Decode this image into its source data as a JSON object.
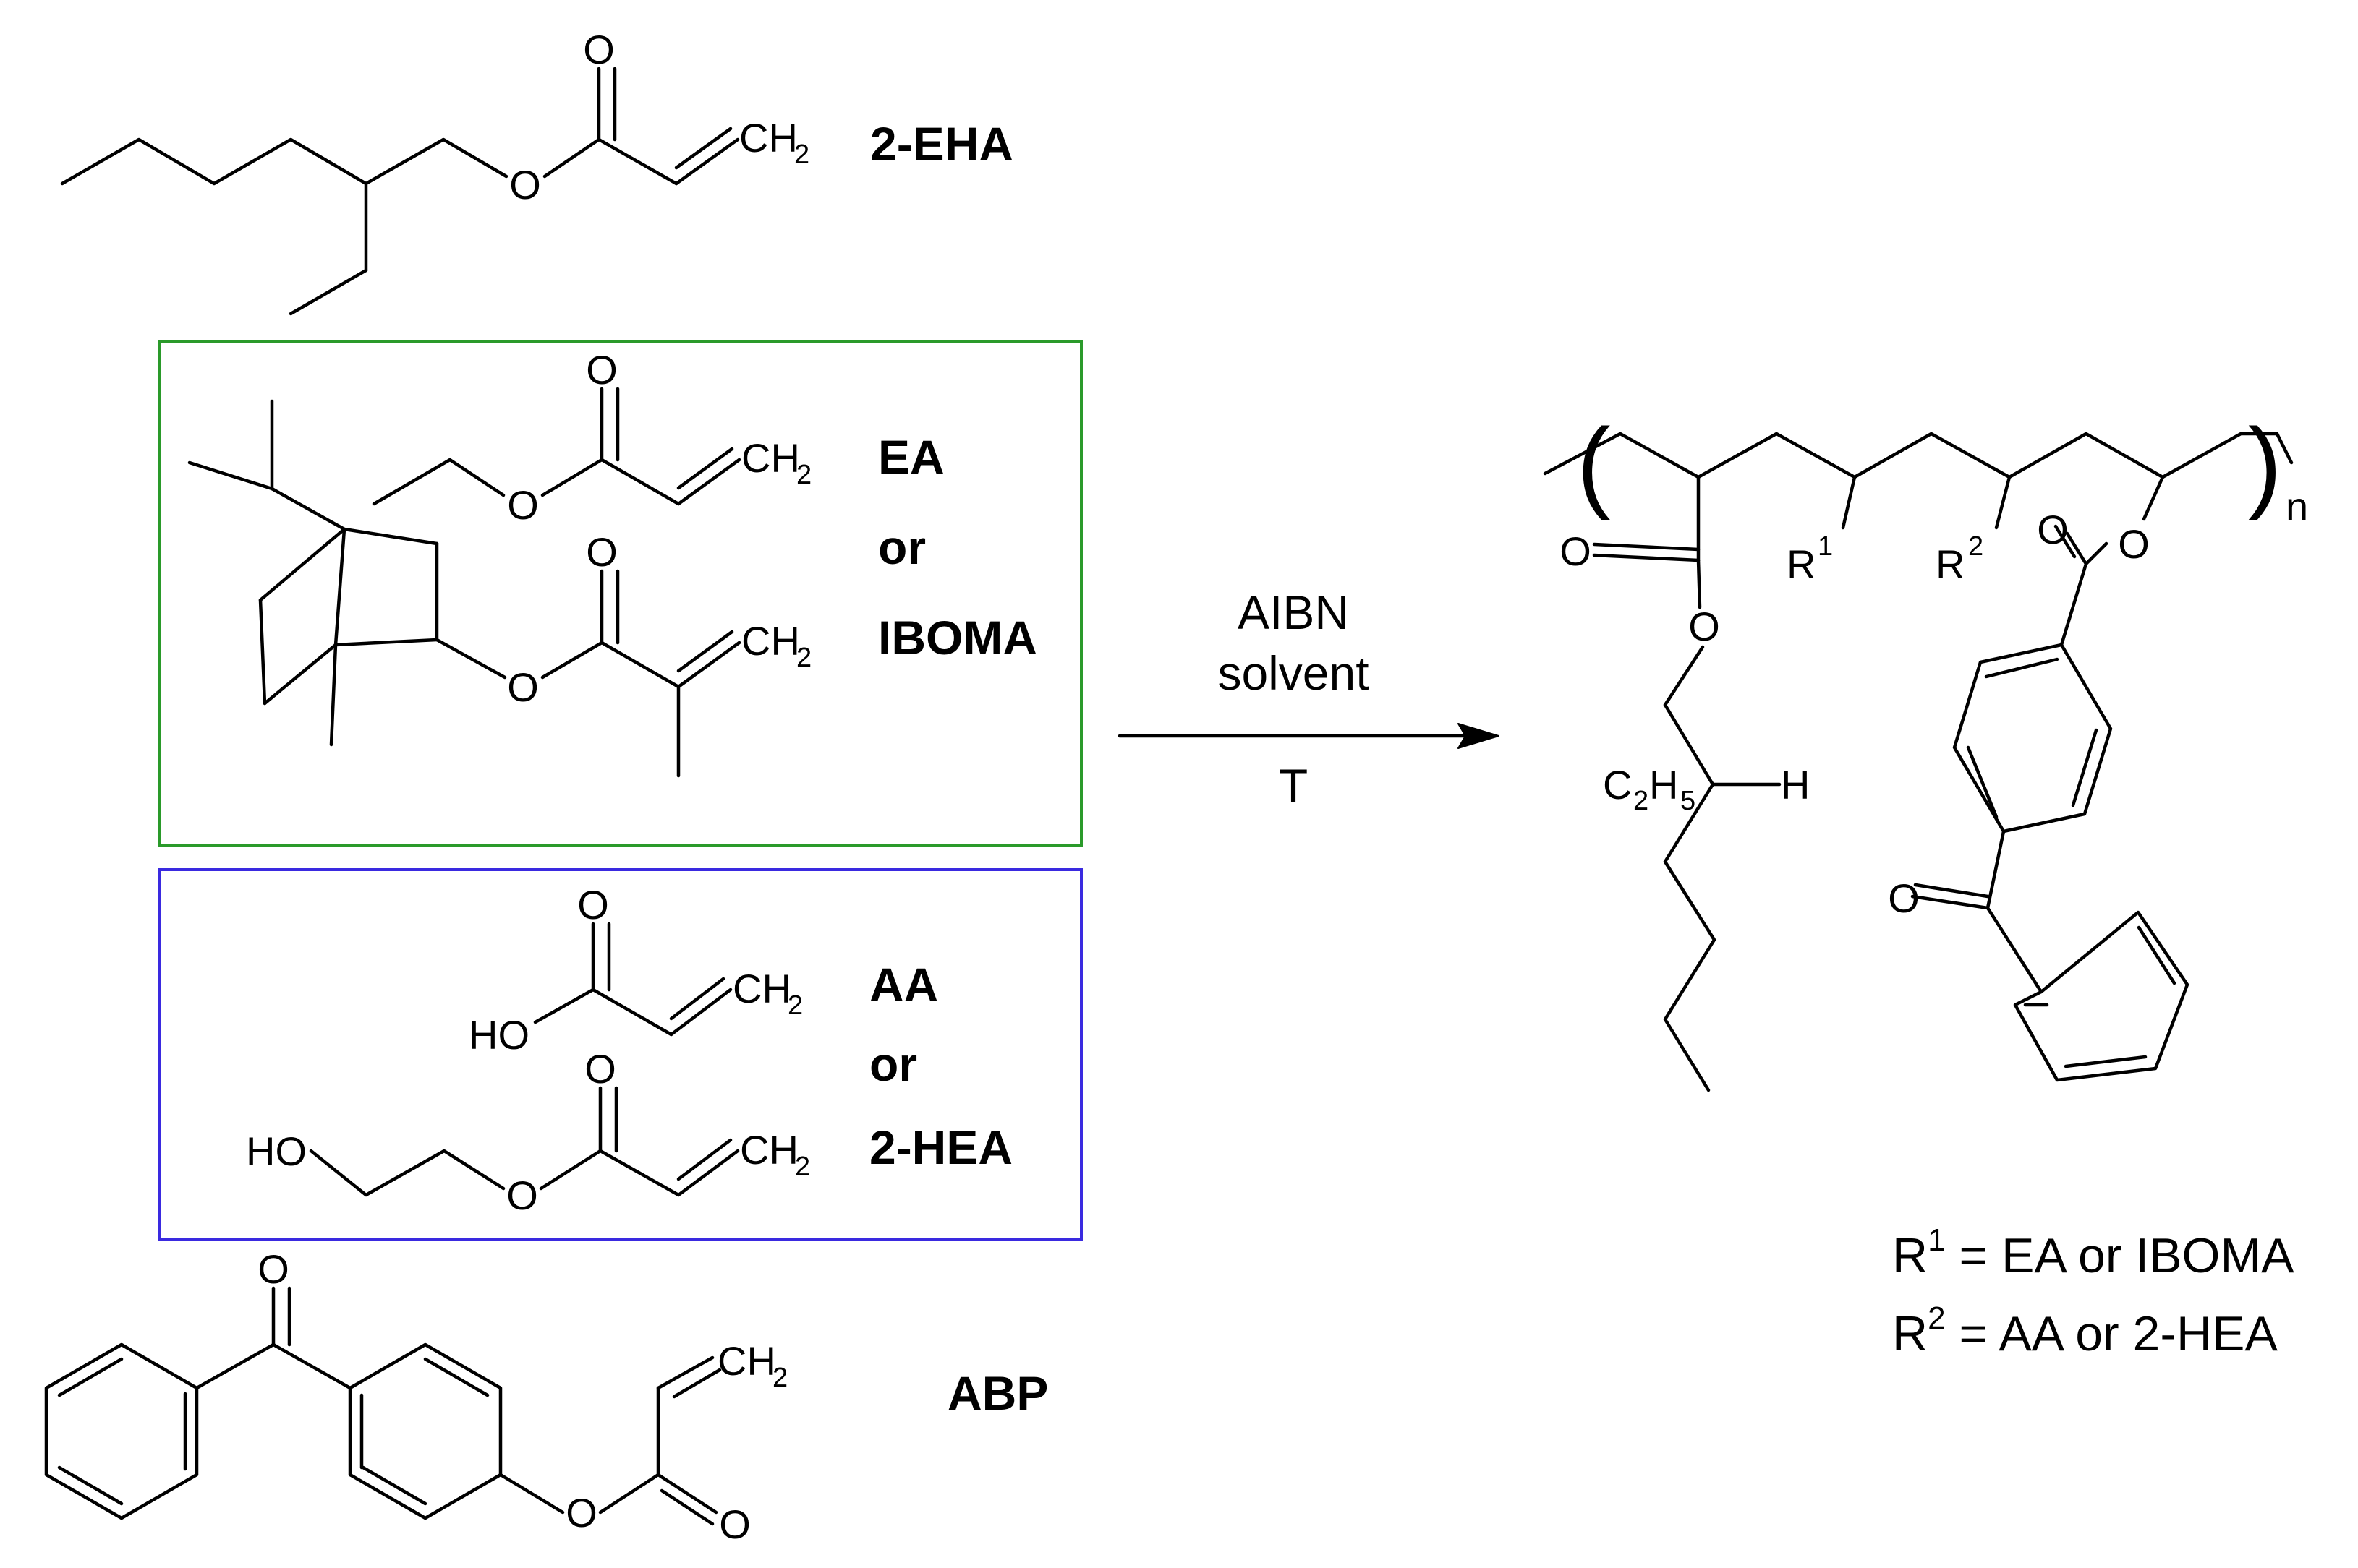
{
  "monomers": {
    "ehma": {
      "name": "2-EHA"
    },
    "hard": {
      "option1": "EA",
      "or": "or",
      "option2": "IBOMA"
    },
    "polar": {
      "option1": "AA",
      "or": "or",
      "option2": "2-HEA"
    },
    "photo": {
      "name": "ABP"
    }
  },
  "atoms": {
    "O": "O",
    "HO": "HO",
    "CH": "CH",
    "two": "2",
    "C": "C",
    "H": "H",
    "five": "5",
    "R": "R",
    "one": "1",
    "n": "n"
  },
  "conditions": {
    "initiator": "AIBN",
    "solvent": "solvent",
    "temperature": "T"
  },
  "legend": {
    "r1": {
      "symbol": "R",
      "sup": "1",
      "text": " = EA or IBOMA"
    },
    "r2": {
      "symbol": "R",
      "sup": "2",
      "text": " = AA or 2-HEA"
    }
  },
  "colors": {
    "hard_box": "#2a9a2a",
    "polar_box": "#3a2ae0"
  }
}
